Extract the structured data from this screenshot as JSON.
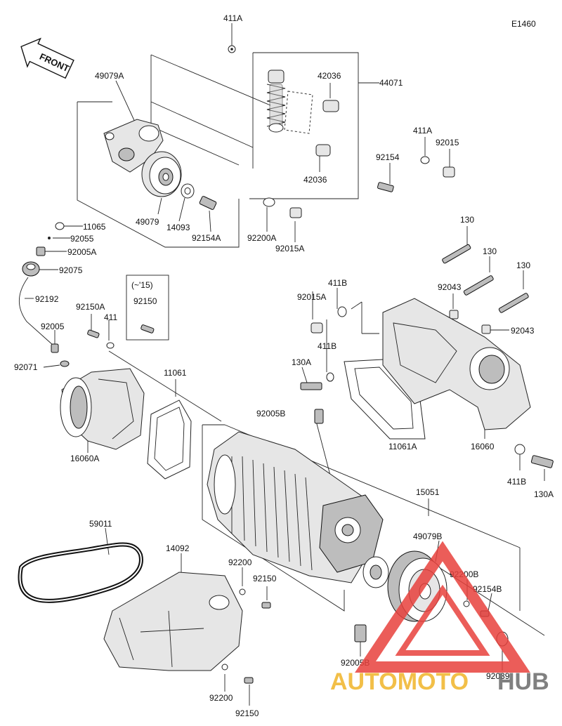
{
  "diagram_code": "E1460",
  "front_label": "FRONT",
  "year_note": "(~'15)",
  "watermark": {
    "part1": "AUTOMOTO",
    "part2": "HUB",
    "color1": "#f0b429",
    "color2": "#6b6b6b",
    "triangle_color": "#e8413d"
  },
  "callouts": {
    "c411A_top": "411A",
    "c49079A": "49079A",
    "c42036_top": "42036",
    "c44071": "44071",
    "c411A_right": "411A",
    "c92015": "92015",
    "c92154": "92154",
    "c42036_bottom": "42036",
    "c49079": "49079",
    "c14093": "14093",
    "c92154A": "92154A",
    "c92200A": "92200A",
    "c92015A_top": "92015A",
    "c11065": "11065",
    "c92055": "92055",
    "c92005A": "92005A",
    "c92075": "92075",
    "c92192": "92192",
    "c92150A": "92150A",
    "c411_left": "411",
    "c92150_box": "92150",
    "c92005": "92005",
    "c92071": "92071",
    "c11061": "11061",
    "c16060A": "16060A",
    "c130_a": "130",
    "c130_b": "130",
    "c130_c": "130",
    "c92043_a": "92043",
    "c92043_b": "92043",
    "c411B_a": "411B",
    "c92015A_mid": "92015A",
    "c411B_b": "411B",
    "c130A_a": "130A",
    "c92005B_top": "92005B",
    "c11061A": "11061A",
    "c16060": "16060",
    "c411B_c": "411B",
    "c130A_b": "130A",
    "c15051": "15051",
    "c49079B": "49079B",
    "c59011": "59011",
    "c14092": "14092",
    "c92200_a": "92200",
    "c92150_a": "92150",
    "c92200B": "92200B",
    "c92154B": "92154B",
    "c92005B_bottom": "92005B",
    "c92039": "92039",
    "c92200_b": "92200",
    "c92150_b": "92150"
  }
}
